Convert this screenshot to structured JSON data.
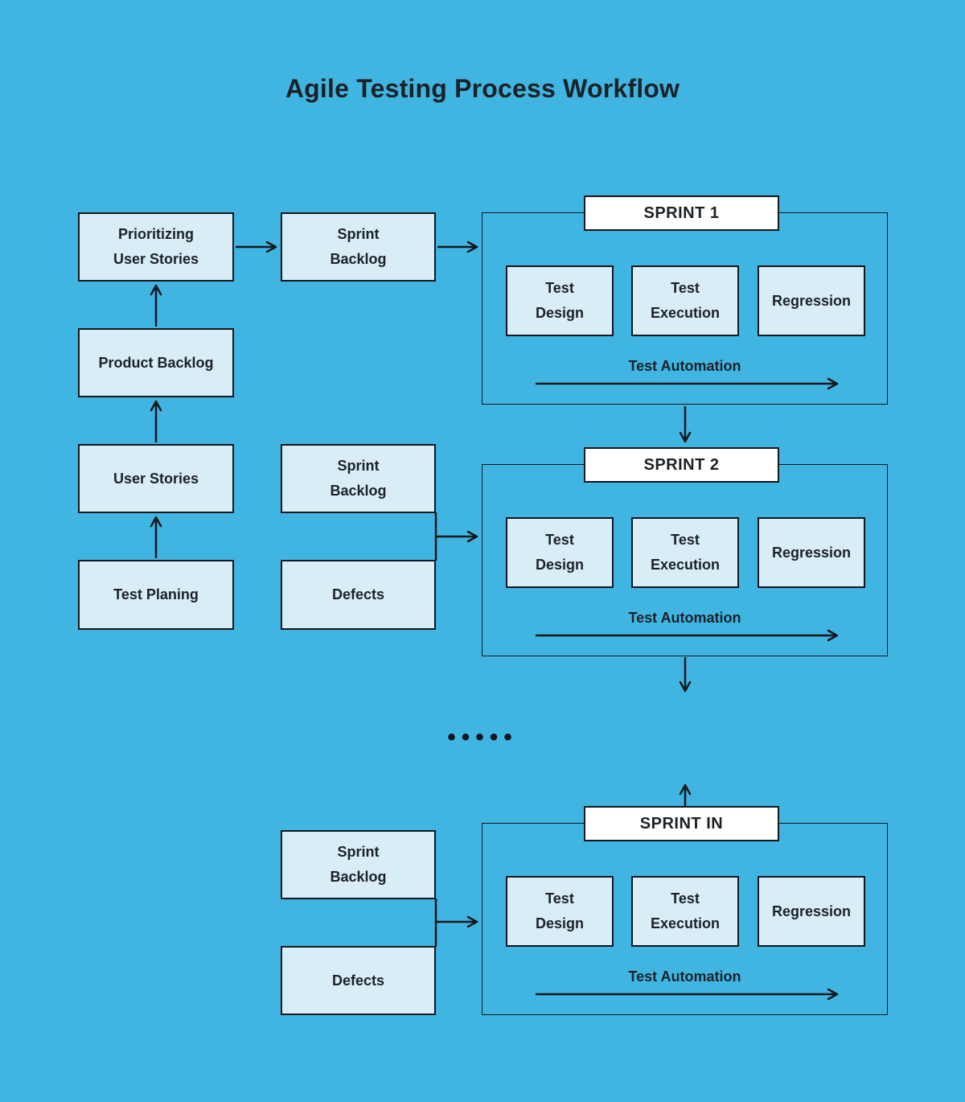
{
  "title": "Agile Testing Process Workflow",
  "palette": {
    "background": "#41b5e2",
    "node_fill": "#d9edf7",
    "node_border": "#14171c",
    "sprint_label_fill": "#ffffff",
    "text": "#1c2126"
  },
  "planning_chain": {
    "test_planing": "Test Planing",
    "user_stories": "User Stories",
    "product_backlog": "Product Backlog",
    "prioritizing_user_stories": "Prioritizing\nUser Stories"
  },
  "backlog_column": {
    "sprint1_backlog": "Sprint\nBacklog",
    "sprint2_backlog": "Sprint\nBacklog",
    "sprint2_defects": "Defects",
    "sprintn_backlog": "Sprint\nBacklog",
    "sprintn_defects": "Defects"
  },
  "sprints": [
    {
      "name": "SPRINT 1",
      "test_design": "Test\nDesign",
      "test_execution": "Test\nExecution",
      "regression": "Regression",
      "automation_label": "Test Automation"
    },
    {
      "name": "SPRINT 2",
      "test_design": "Test\nDesign",
      "test_execution": "Test\nExecution",
      "regression": "Regression",
      "automation_label": "Test Automation"
    },
    {
      "name": "SPRINT IN",
      "test_design": "Test\nDesign",
      "test_execution": "Test\nExecution",
      "regression": "Regression",
      "automation_label": "Test Automation"
    }
  ],
  "ellipsis_dots": "•••••"
}
